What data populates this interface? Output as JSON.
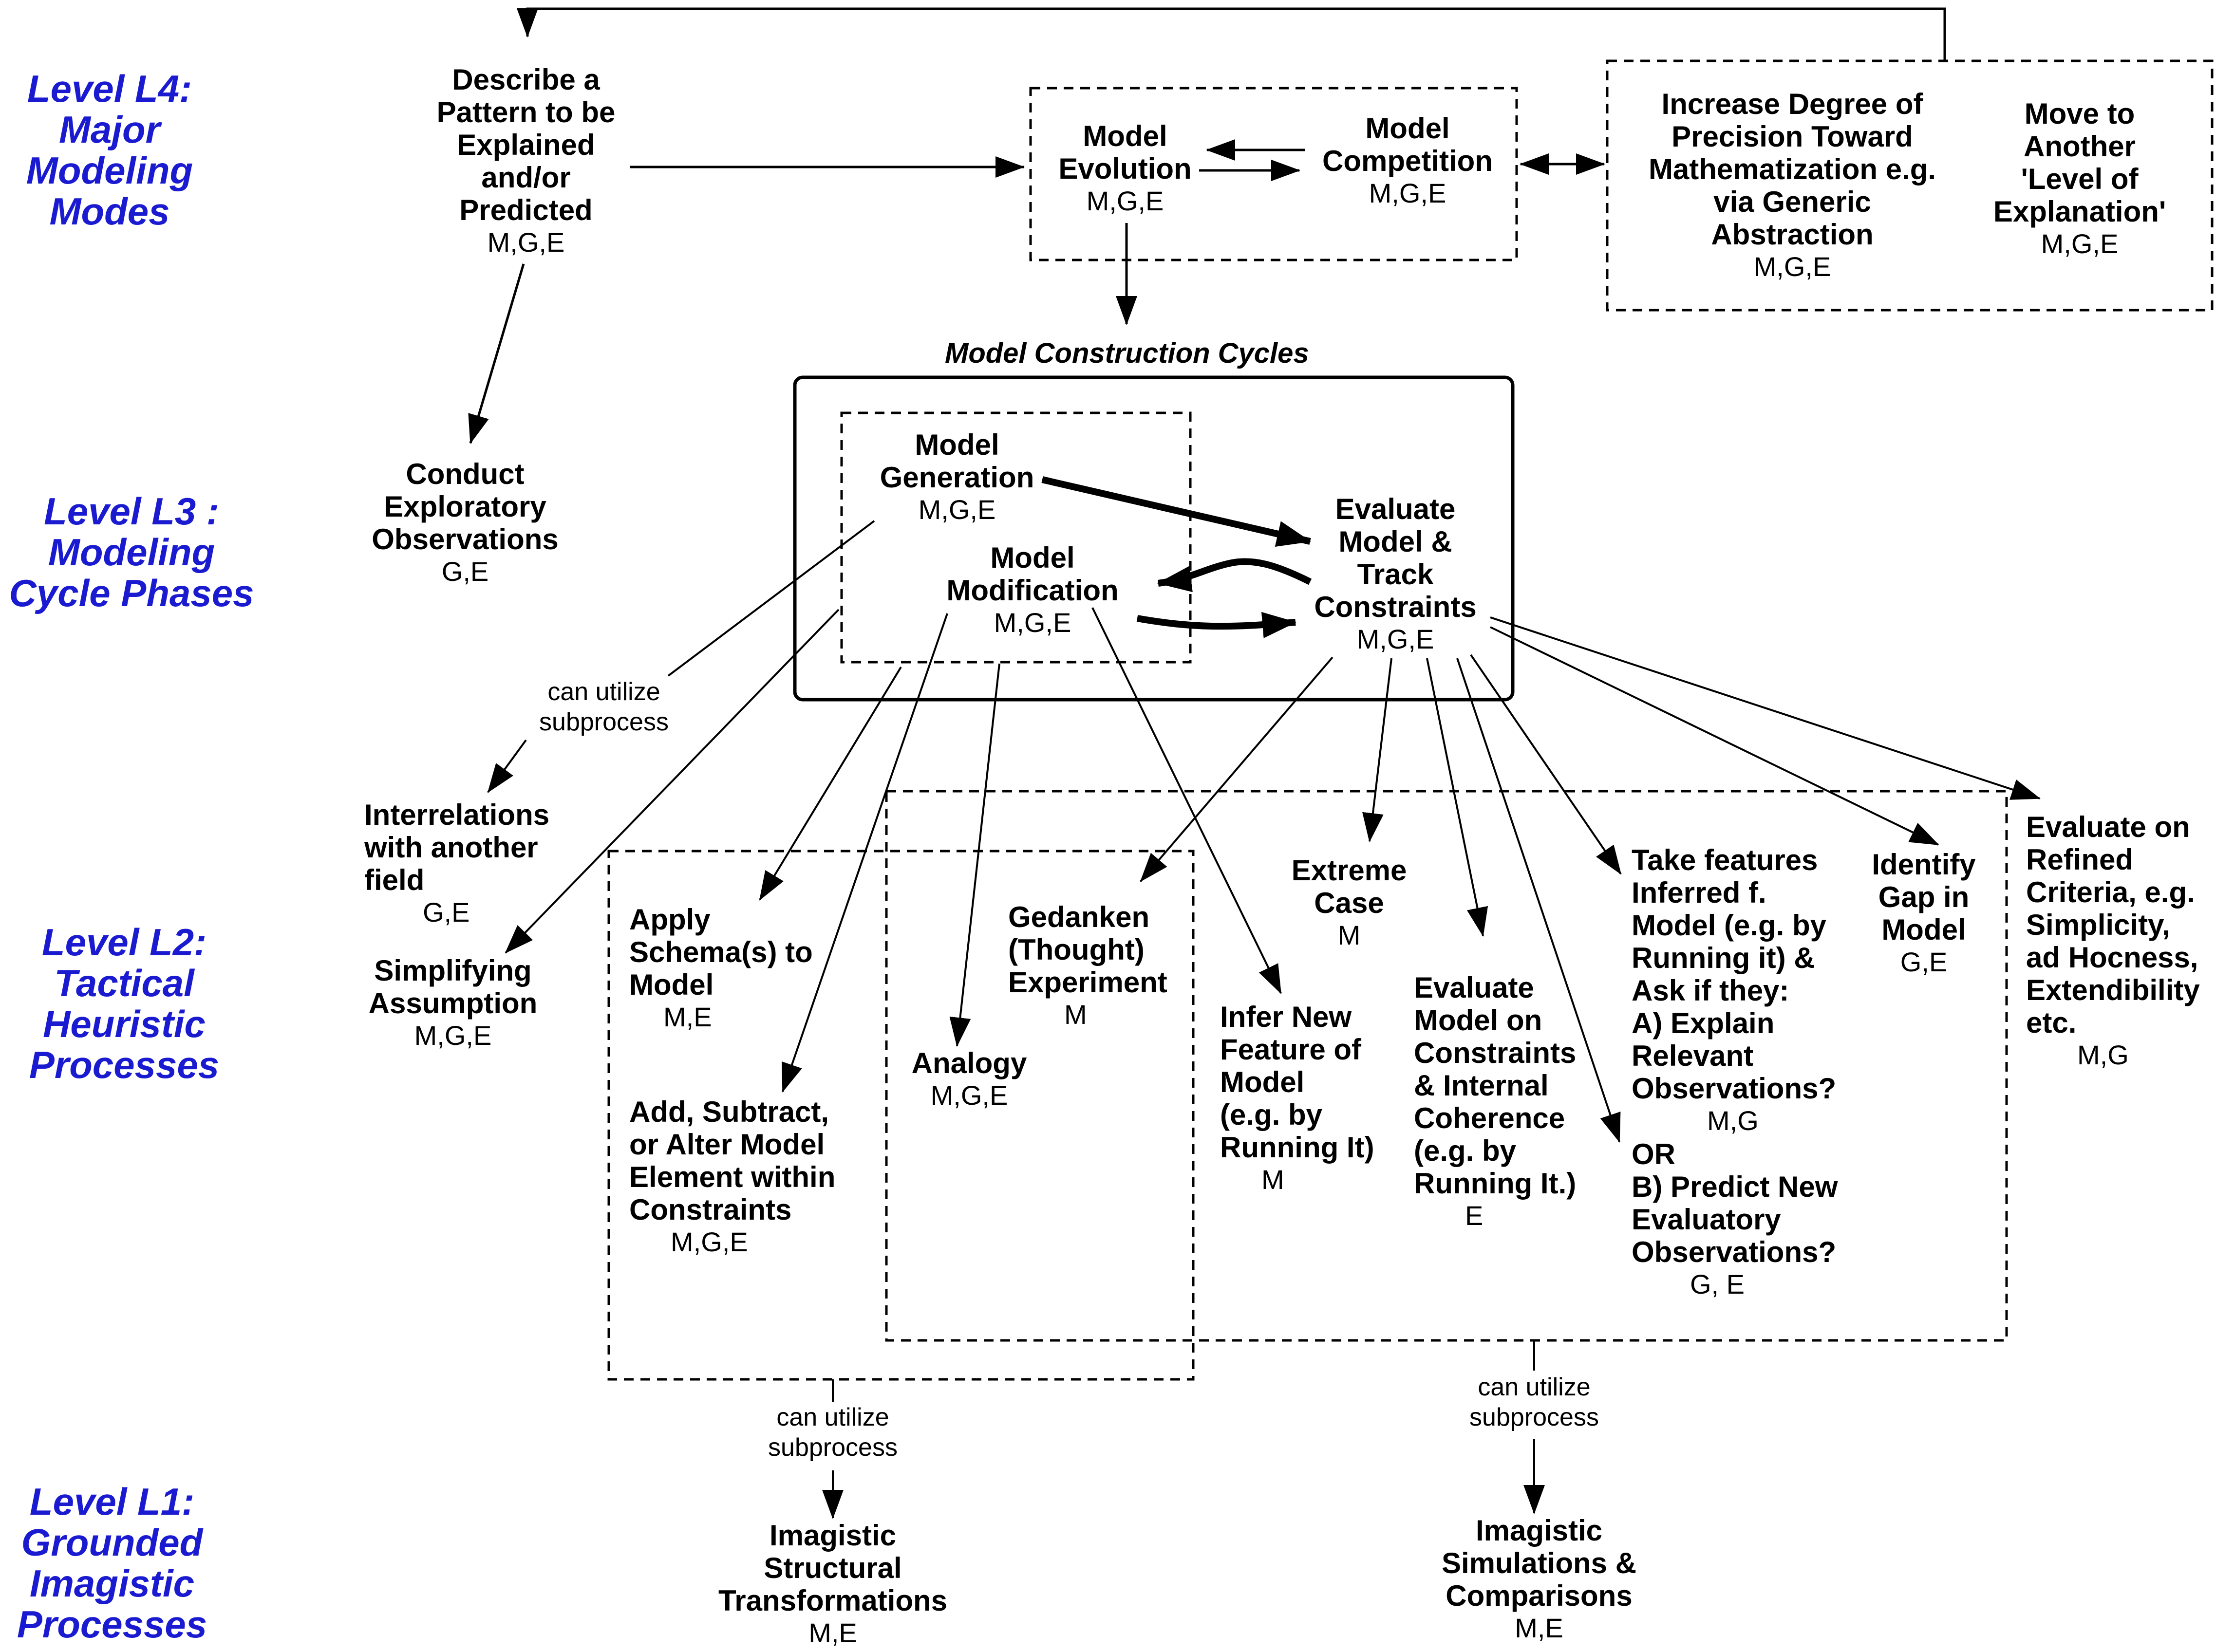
{
  "levels": [
    {
      "id": "L4",
      "lines": [
        "Level L4:",
        "Major",
        "Modeling",
        "Modes"
      ]
    },
    {
      "id": "L3",
      "lines": [
        "Level L3 :",
        "Modeling",
        "Cycle Phases"
      ]
    },
    {
      "id": "L2",
      "lines": [
        "Level L2:",
        "Tactical",
        "Heuristic",
        "Processes"
      ]
    },
    {
      "id": "L1",
      "lines": [
        "Level L1:",
        "Grounded",
        "Imagistic",
        "Processes"
      ]
    }
  ],
  "caption": "Model Construction Cycles",
  "nodes": {
    "describe": {
      "lines": [
        "Describe a",
        "Pattern to be",
        "Explained",
        "and/or",
        "Predicted"
      ],
      "code": "M,G,E"
    },
    "model_evolution": {
      "lines": [
        "Model",
        "Evolution"
      ],
      "code": "M,G,E"
    },
    "model_competition": {
      "lines": [
        "Model",
        "Competition"
      ],
      "code": "M,G,E"
    },
    "precision": {
      "lines": [
        "Increase Degree of",
        "Precision Toward",
        "Mathematization e.g.",
        "via Generic",
        "Abstraction"
      ],
      "code": "M,G,E"
    },
    "move_level": {
      "lines": [
        "Move to",
        "Another",
        "'Level of",
        "Explanation'"
      ],
      "code": "M,G,E"
    },
    "exploratory": {
      "lines": [
        "Conduct",
        "Exploratory",
        "Observations"
      ],
      "code": "G,E"
    },
    "model_generation": {
      "lines": [
        "Model",
        "Generation"
      ],
      "code": "M,G,E"
    },
    "model_modification": {
      "lines": [
        "Model",
        "Modification"
      ],
      "code": "M,G,E"
    },
    "evaluate_model": {
      "lines": [
        "Evaluate",
        "Model &",
        "Track",
        "Constraints"
      ],
      "code": "M,G,E"
    },
    "interrelations": {
      "lines": [
        "Interrelations",
        "with another",
        "field"
      ],
      "code": "G,E"
    },
    "simplifying": {
      "lines": [
        "Simplifying",
        "Assumption"
      ],
      "code": "M,G,E"
    },
    "apply_schema": {
      "lines": [
        "Apply",
        "Schema(s) to",
        "Model"
      ],
      "code": "M,E"
    },
    "add_subtract": {
      "lines": [
        "Add, Subtract,",
        "or Alter Model",
        "Element within",
        "Constraints"
      ],
      "code": "M,G,E"
    },
    "analogy": {
      "lines": [
        "Analogy"
      ],
      "code": "M,G,E"
    },
    "gedanken": {
      "lines": [
        "Gedanken",
        "(Thought)",
        "Experiment"
      ],
      "code": "M"
    },
    "infer_new": {
      "lines": [
        "Infer New",
        "Feature of",
        "Model",
        "(e.g. by",
        "Running It)"
      ],
      "code": "M"
    },
    "extreme_case": {
      "lines": [
        "Extreme",
        "Case"
      ],
      "code": "M"
    },
    "evaluate_constraints": {
      "lines": [
        "Evaluate",
        "Model on",
        "Constraints",
        "& Internal",
        "Coherence",
        "(e.g. by",
        "Running It.)"
      ],
      "code": "E"
    },
    "take_features": {
      "lines": [
        "Take features",
        "Inferred f.",
        "Model (e.g. by",
        "Running it) &",
        "Ask if they:",
        "A) Explain",
        "Relevant",
        "Observations?"
      ],
      "code": "M,G"
    },
    "or_predict": {
      "lines": [
        "OR",
        "B) Predict New",
        "Evaluatory",
        "Observations?"
      ],
      "code": "G, E"
    },
    "identify_gap": {
      "lines": [
        "Identify",
        "Gap in",
        "Model"
      ],
      "code": "G,E"
    },
    "evaluate_refined": {
      "lines": [
        "Evaluate on",
        "Refined",
        "Criteria, e.g.",
        "Simplicity,",
        "ad Hocness,",
        "Extendibility",
        "etc."
      ],
      "code": "M,G"
    },
    "imagistic_structural": {
      "lines": [
        "Imagistic",
        "Structural",
        "Transformations"
      ],
      "code": "M,E"
    },
    "imagistic_simulations": {
      "lines": [
        "Imagistic",
        "Simulations &",
        "Comparisons"
      ],
      "code": "M,E"
    }
  },
  "labels": {
    "subprocess_a": [
      "can utilize",
      "subprocess"
    ],
    "subprocess_b": [
      "can utilize",
      "subprocess"
    ],
    "subprocess_c": [
      "can utilize",
      "subprocess"
    ]
  }
}
